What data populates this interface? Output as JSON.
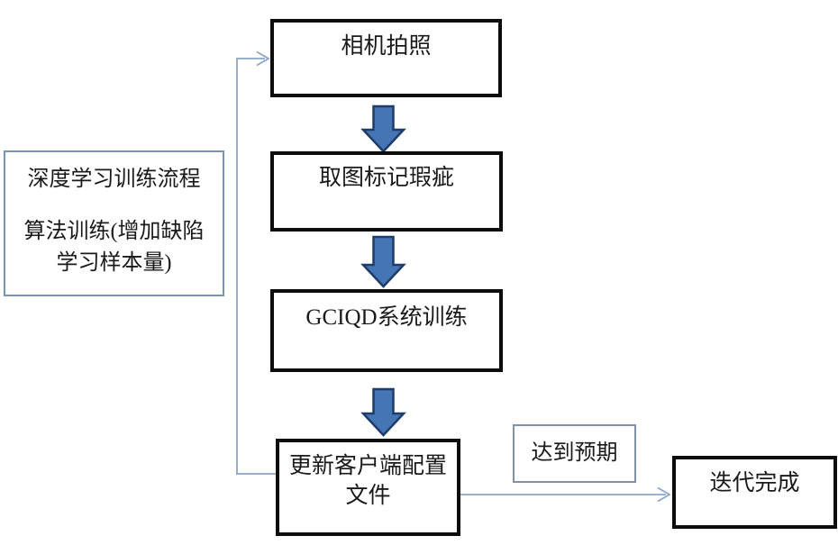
{
  "diagram": {
    "left_panel": {
      "line1": "深度学习训练流程",
      "line2": "算法训练(增加缺陷",
      "line3": "学习样本量)"
    },
    "steps": {
      "step1": "相机拍照",
      "step2": "取图标记瑕疵",
      "step3": "GCIQD系统训练",
      "step4": "更新客户端配置文件"
    },
    "condition_label": "达到预期",
    "end_node": "迭代完成",
    "colors": {
      "process_box_border": "#0d0d0d",
      "annotation_border": "#7a93b5",
      "condition_border": "#7e93ab",
      "block_arrow_fill": "#4575b5",
      "block_arrow_stroke": "#1f3c68",
      "connector_line": "#8ba5c7",
      "text": "#1a1a1a",
      "background": "#ffffff"
    }
  }
}
